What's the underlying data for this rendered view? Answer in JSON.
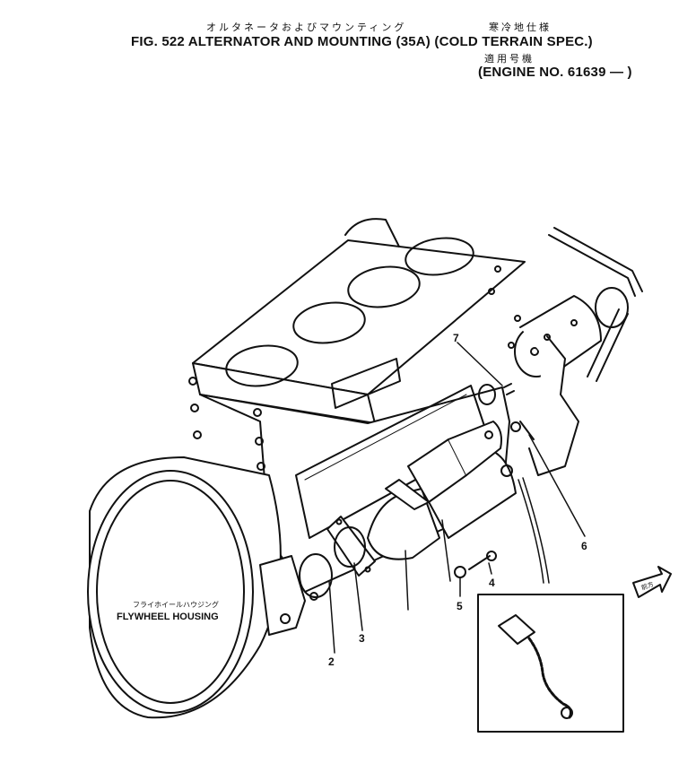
{
  "header": {
    "jp_title": "オルタネータおよびマウンティング",
    "fig_title": "FIG. 522  ALTERNATOR AND MOUNTING (35A) (COLD TERRAIN SPEC.)",
    "jp_cold_terrain": "寒冷地仕様",
    "jp_applicable": "適用号機",
    "engine_no": "(ENGINE NO. 61639 — )"
  },
  "housing": {
    "jp_label": "フライホイールハウジング",
    "label": "FLYWHEEL HOUSING"
  },
  "callouts": {
    "c2": "2",
    "c3": "3",
    "c4": "4",
    "c5": "5",
    "c6": "6",
    "c7": "7"
  },
  "nav": {
    "arrow_label": "前方"
  },
  "colors": {
    "ink": "#111111",
    "paper": "#ffffff"
  }
}
